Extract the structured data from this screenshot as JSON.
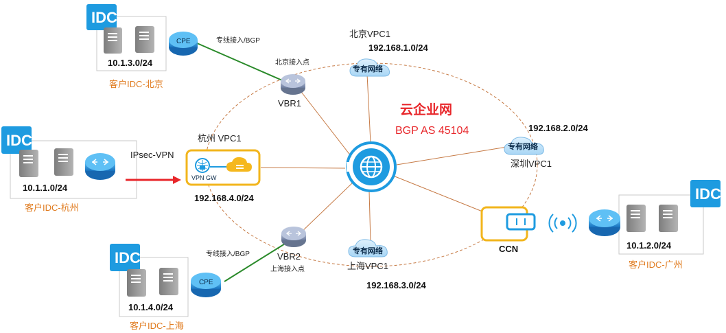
{
  "center": {
    "title": "云企业网",
    "subtitle": "BGP AS 45104",
    "title_color": "#e8262a"
  },
  "idc": {
    "beijing": {
      "cidr": "10.1.3.0/24",
      "caption": "客户IDC-北京",
      "router_label": "CPE",
      "link_label": "专线接入/BGP"
    },
    "hangzhou": {
      "cidr": "10.1.1.0/24",
      "caption": "客户IDC-杭州",
      "link_label": "IPsec-VPN"
    },
    "shanghai": {
      "cidr": "10.1.4.0/24",
      "caption": "客户IDC-上海",
      "router_label": "CPE",
      "link_label": "专线接入/BGP"
    },
    "guangzhou": {
      "cidr": "10.1.2.0/24",
      "caption": "客户IDC-广州"
    },
    "badge_text": "IDC"
  },
  "vbr": {
    "vbr1": {
      "label": "VBR1",
      "access": "北京接入点"
    },
    "vbr2": {
      "label": "VBR2",
      "access": "上海接入点"
    }
  },
  "vpc": {
    "beijing": {
      "name": "北京VPC1",
      "cidr": "192.168.1.0/24",
      "cloud_label": "专有网络"
    },
    "shenzhen": {
      "name": "深圳VPC1",
      "cidr": "192.168.2.0/24",
      "cloud_label": "专有网络"
    },
    "shanghai": {
      "name": "上海VPC1",
      "cidr": "192.168.3.0/24",
      "cloud_label": "专有网络"
    },
    "hangzhou": {
      "name": "杭州 VPC1",
      "cidr": "192.168.4.0/24",
      "gw_label": "VPN GW"
    }
  },
  "ccn": {
    "label": "CCN"
  },
  "colors": {
    "accent_blue": "#1e9be0",
    "router_blue": "#1f86d1",
    "vbr_gray": "#8d9bb8",
    "line_orange": "#c67a45",
    "line_green": "#2a8a2a",
    "arrow_red": "#e8262a",
    "yellow_frame": "#f2b51c",
    "caption_orange": "#e07b1f"
  }
}
